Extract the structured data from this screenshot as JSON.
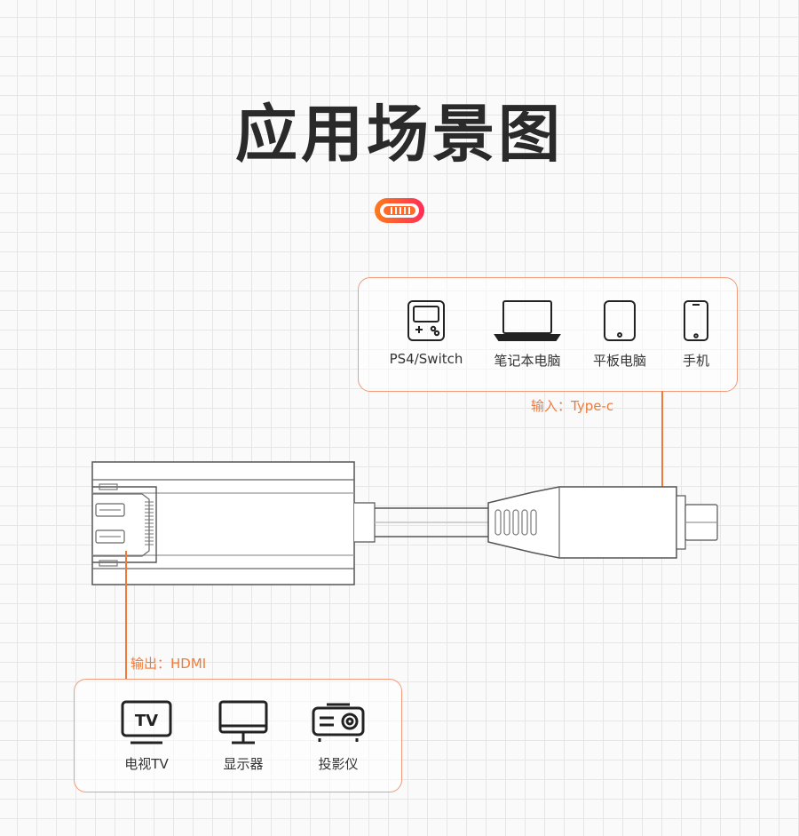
{
  "title": "应用场景图",
  "input": {
    "label": "输入：Type-c",
    "devices": [
      {
        "icon": "game-console-icon",
        "label": "PS4/Switch"
      },
      {
        "icon": "laptop-icon",
        "label": "笔记本电脑"
      },
      {
        "icon": "tablet-icon",
        "label": "平板电脑"
      },
      {
        "icon": "phone-icon",
        "label": "手机"
      }
    ]
  },
  "output": {
    "label": "输出：HDMI",
    "devices": [
      {
        "icon": "tv-icon",
        "label": "电视TV",
        "icon_text": "TV"
      },
      {
        "icon": "monitor-icon",
        "label": "显示器"
      },
      {
        "icon": "projector-icon",
        "label": "投影仪"
      }
    ]
  },
  "colors": {
    "accent": "#ef7b3a",
    "card_border": "#f29a7a",
    "title": "#2a2a2a"
  }
}
